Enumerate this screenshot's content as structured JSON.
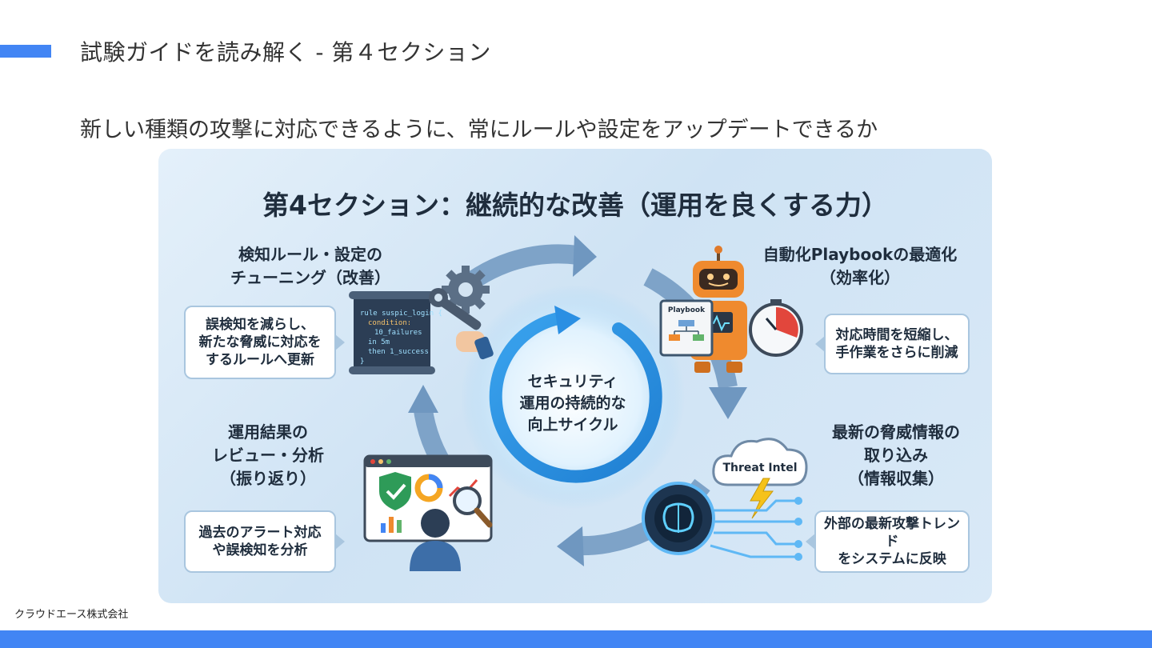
{
  "slide": {
    "title": "試験ガイドを読み解く - 第４セクション",
    "subtitle": "新しい種類の攻撃に対応できるように、常にルールや設定をアップデートできるか",
    "footer": "クラウドエース株式会社",
    "accent_color": "#4285f4"
  },
  "infographic": {
    "title": "第4セクション：継続的な改善（運用を良くする力）",
    "center": [
      "セキュリティ",
      "運用の持続的な",
      "向上サイクル"
    ],
    "steps": [
      {
        "label": [
          "検知ルール・設定の",
          "チューニング（改善）"
        ],
        "bubble": [
          "誤検知を減らし、",
          "新たな脅威に対応を",
          "するルールへ更新"
        ],
        "icons": [
          "code-scroll-icon",
          "gear-icon",
          "wrench-icon"
        ],
        "code_lines": [
          "rule suspic_login {",
          "condition:",
          "10_failures",
          "in 5m",
          "then 1_success",
          "}"
        ]
      },
      {
        "label": [
          "自動化Playbookの最適化",
          "（効率化）"
        ],
        "bubble": [
          "対応時間を短縮し、",
          "手作業をさらに削減"
        ],
        "icons": [
          "robot-icon",
          "playbook-icon",
          "stopwatch-icon"
        ],
        "book_title": "Playbook"
      },
      {
        "label": [
          "最新の脅威情報の",
          "取り込み",
          "（情報収集）"
        ],
        "bubble": [
          "外部の最新攻撃トレンド",
          "をシステムに反映"
        ],
        "icons": [
          "cloud-icon",
          "lightning-icon",
          "brain-chip-icon"
        ],
        "cloud_text": "Threat Intel"
      },
      {
        "label": [
          "運用結果の",
          "レビュー・分析",
          "（振り返り）"
        ],
        "bubble": [
          "過去のアラート対応",
          "や誤検知を分析"
        ],
        "icons": [
          "dashboard-icon",
          "shield-check-icon",
          "magnifier-icon",
          "analyst-icon"
        ]
      }
    ]
  }
}
